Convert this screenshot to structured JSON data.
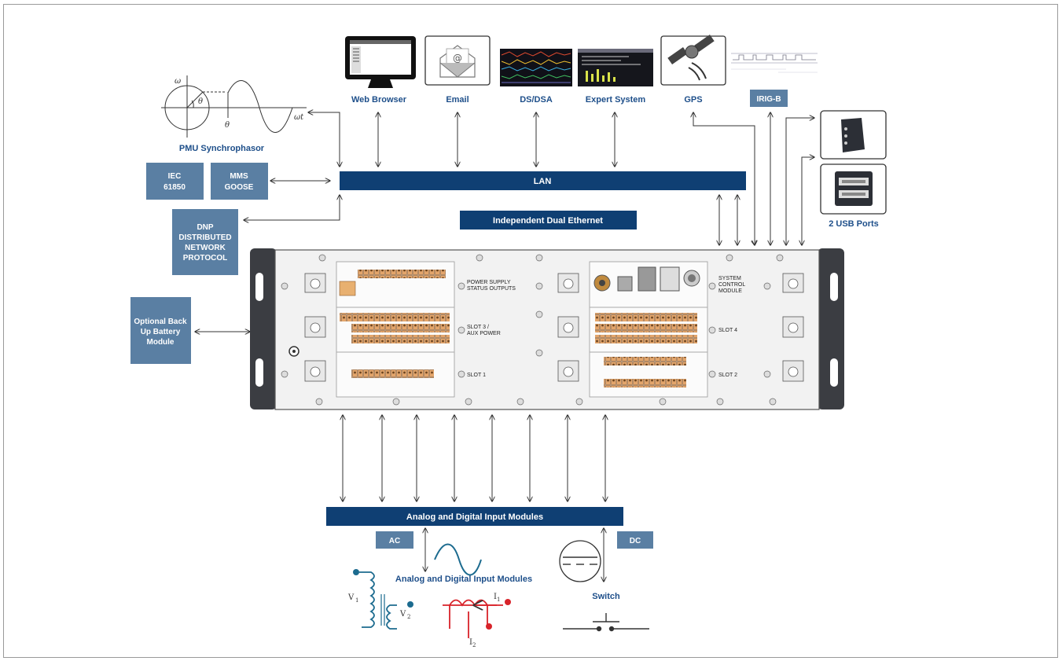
{
  "buses": {
    "lan": "LAN",
    "dual_ethernet": "Independent Dual Ethernet",
    "input_modules_bar": "Analog and Digital Input Modules"
  },
  "top_devices": {
    "web_browser": "Web Browser",
    "email": "Email",
    "ds_dsa": "DS/DSA",
    "expert_system": "Expert System",
    "gps": "GPS",
    "irig_b": "IRIG-B"
  },
  "left_boxes": {
    "iec_line1": "IEC",
    "iec_line2": "61850",
    "mms_line1": "MMS",
    "mms_line2": "GOOSE",
    "dnp_line1": "DNP",
    "dnp_line2": "DISTRIBUTED",
    "dnp_line3": "NETWORK",
    "dnp_line4": "PROTOCOL",
    "battery_line1": "Optional Back",
    "battery_line2": "Up Battery",
    "battery_line3": "Module"
  },
  "pmu": {
    "label": "PMU Synchrophasor",
    "omega": "ω",
    "theta": "θ",
    "omega_t": "ωt"
  },
  "usb": {
    "label": "2 USB Ports"
  },
  "chassis": {
    "power_line1": "POWER SUPPLY",
    "power_line2": "STATUS OUTPUTS",
    "slot3_line1": "SLOT 3 /",
    "slot3_line2": "AUX POWER",
    "slot1": "SLOT 1",
    "sys_line1": "SYSTEM",
    "sys_line2": "CONTROL",
    "sys_line3": "MODULE",
    "slot4": "SLOT 4",
    "slot2": "SLOT 2"
  },
  "bottom": {
    "ac": "AC",
    "dc": "DC",
    "input_label": "Analog and Digital Input Modules",
    "switch": "Switch",
    "v1": "V",
    "v1_sub": "1",
    "v2": "V",
    "v2_sub": "2",
    "i1": "I",
    "i1_sub": "1",
    "i2": "I",
    "i2_sub": "2"
  },
  "colors": {
    "navy": "#0f3f73",
    "slate": "#5a7fa3",
    "label_blue": "#1e4f8a",
    "red": "#d8232a",
    "teal": "#1c6b8f"
  }
}
